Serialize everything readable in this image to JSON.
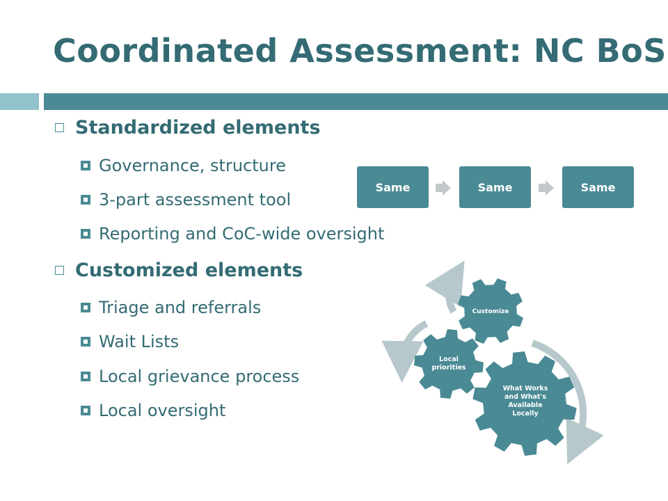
{
  "title": "Coordinated Assessment: NC BoS",
  "sections": [
    {
      "heading": "Standardized elements",
      "items": [
        "Governance, structure",
        "3-part assessment tool",
        "Reporting and CoC-wide oversight"
      ]
    },
    {
      "heading": "Customized elements",
      "items": [
        "Triage and referrals",
        "Wait Lists",
        "Local grievance process",
        "Local oversight"
      ]
    }
  ],
  "process": {
    "steps": [
      "Same",
      "Same",
      "Same"
    ]
  },
  "gears": {
    "large": "What Works and What's Available Locally",
    "medium": "Local priorities",
    "small": "Customize"
  },
  "colors": {
    "primary": "#4a8a94",
    "title": "#346b74",
    "accent_light": "#92c2cb",
    "arrow_light": "#b6c8cb"
  }
}
